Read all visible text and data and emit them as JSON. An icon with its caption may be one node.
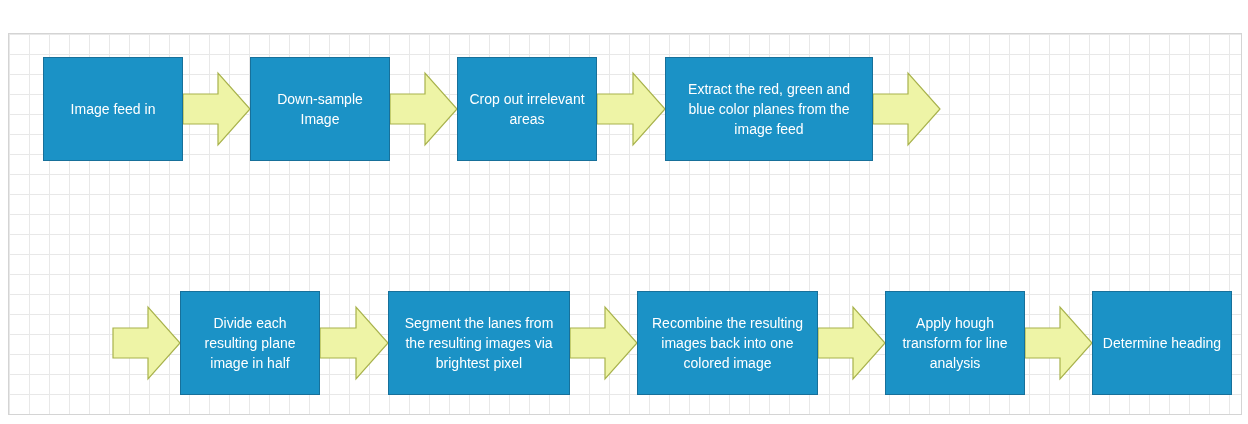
{
  "diagram": {
    "nodes": [
      {
        "text": [
          "Image feed in"
        ]
      },
      {
        "text": [
          "Down-sample Image"
        ]
      },
      {
        "text": [
          "Crop out irrelevant areas"
        ]
      },
      {
        "text": [
          "Extract the red, green and blue color planes from the image feed"
        ]
      },
      {
        "text": [
          "Divide each resulting plane image in half"
        ]
      },
      {
        "text": [
          "Segment the lanes from the resulting images via brightest pixel"
        ]
      },
      {
        "text": [
          "Recombine the resulting images back into one colored image"
        ]
      },
      {
        "text": [
          "Apply hough transform for line analysis"
        ]
      },
      {
        "text": [
          "Determine heading"
        ]
      }
    ],
    "edges": [
      {
        "from": 0,
        "to": 1,
        "arrow": "to"
      },
      {
        "from": 1,
        "to": 2,
        "arrow": "to"
      },
      {
        "from": 2,
        "to": 3,
        "arrow": "to"
      },
      {
        "from": 3,
        "to": null,
        "arrow": "to"
      },
      {
        "from": null,
        "to": 4,
        "arrow": "to"
      },
      {
        "from": 4,
        "to": 5,
        "arrow": "to"
      },
      {
        "from": 5,
        "to": 6,
        "arrow": "to"
      },
      {
        "from": 6,
        "to": 7,
        "arrow": "to"
      },
      {
        "from": 7,
        "to": 8,
        "arrow": "to"
      }
    ]
  }
}
